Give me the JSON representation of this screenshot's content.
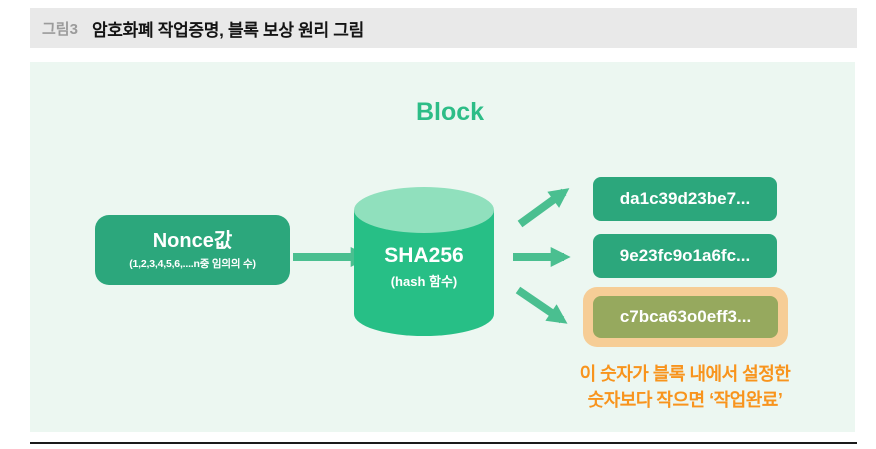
{
  "figure_header": {
    "label": "그림3",
    "title": "암호화폐 작업증명, 블록 보상 원리 그림"
  },
  "diagram": {
    "title": "Block",
    "nonce": {
      "title": "Nonce값",
      "subtitle": "(1,2,3,4,5,6,....n중 임의의 수)"
    },
    "hash_function": {
      "title": "SHA256",
      "subtitle": "(hash 함수)"
    },
    "outputs": [
      {
        "value": "da1c39d23be7...",
        "highlighted": false
      },
      {
        "value": "9e23fc9o1a6fc...",
        "highlighted": false
      },
      {
        "value": "c7bca63o0eff3...",
        "highlighted": true
      }
    ],
    "caption_line1": "이 숫자가 블록 내에서 설정한",
    "caption_line2": "숫자보다 작으면 ‘작업완료’",
    "colors": {
      "primary_green": "#2ca77c",
      "cylinder_green": "#27bf86",
      "cylinder_top_green": "#90e0bd",
      "arrow_green": "#4abf90",
      "background_mint": "#ecf7f1",
      "highlight_fill_olive": "#96a95e",
      "highlight_border_tan": "#f6cd96",
      "caption_orange": "#f8941d",
      "header_bar_gray": "#e9e9e9"
    }
  }
}
